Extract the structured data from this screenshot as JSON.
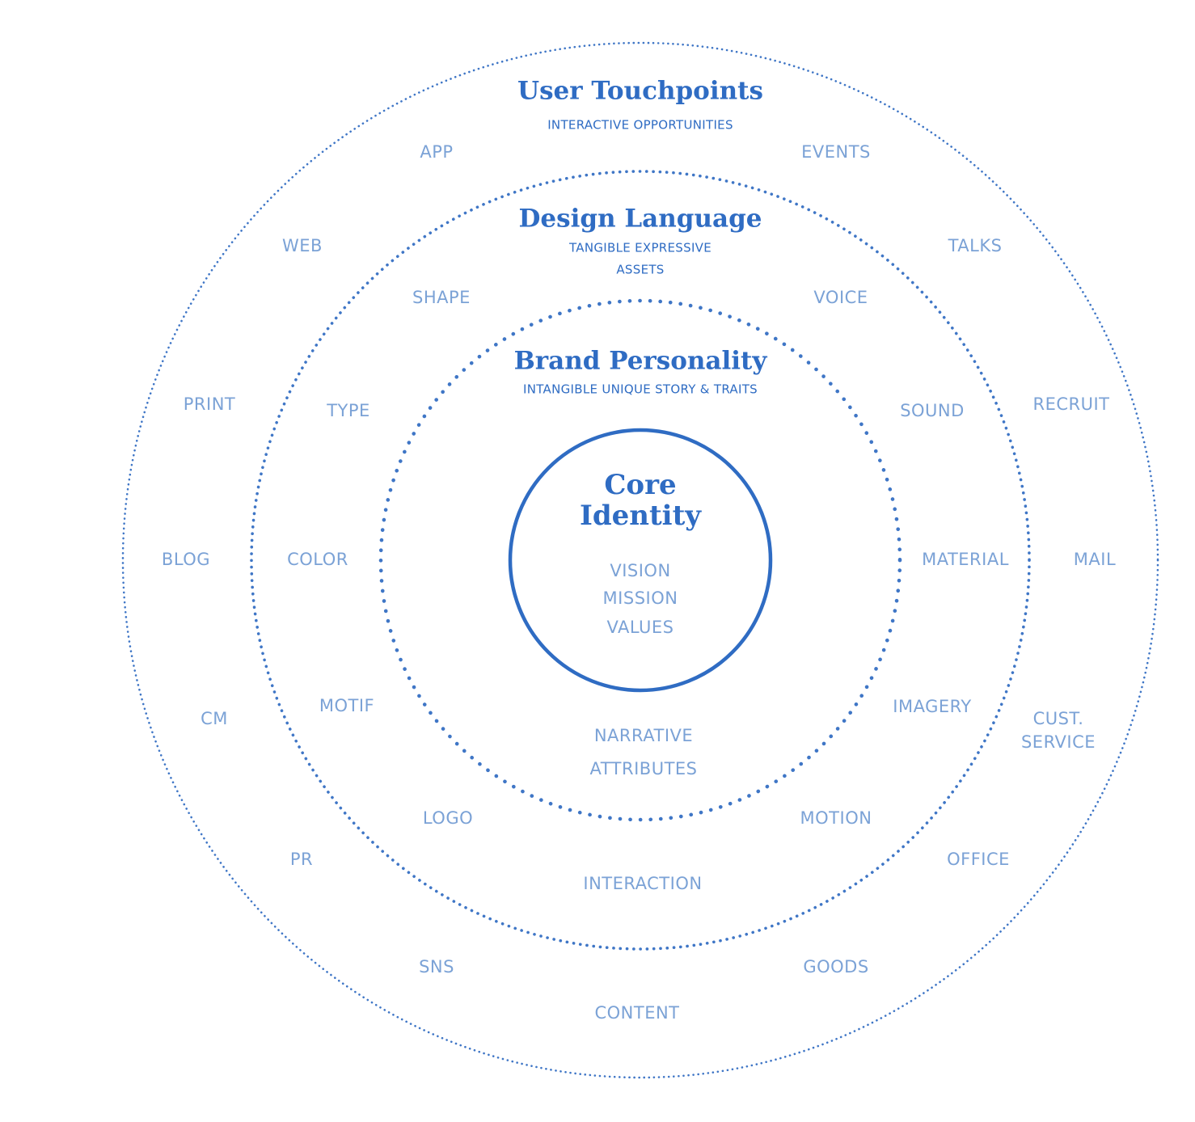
{
  "colors": {
    "primary": "#2f6cc3",
    "label": "#7ba2d6",
    "ring_dotted": "#3f76c6",
    "background": "#ffffff"
  },
  "core": {
    "title_line1": "Core",
    "title_line2": "Identity",
    "items": [
      "VISION",
      "MISSION",
      "VALUES"
    ]
  },
  "brand_personality": {
    "title": "Brand Personality",
    "subtitle": "INTANGIBLE UNIQUE STORY & TRAITS",
    "items": [
      "NARRATIVE",
      "ATTRIBUTES"
    ]
  },
  "design_language": {
    "title": "Design Language",
    "subtitle_line1": "TANGIBLE EXPRESSIVE",
    "subtitle_line2": "ASSETS",
    "items": [
      "SHAPE",
      "VOICE",
      "TYPE",
      "SOUND",
      "COLOR",
      "MATERIAL",
      "MOTIF",
      "IMAGERY",
      "LOGO",
      "MOTION",
      "INTERACTION"
    ]
  },
  "user_touchpoints": {
    "title": "User Touchpoints",
    "subtitle": "INTERACTIVE OPPORTUNITIES",
    "items": [
      "APP",
      "EVENTS",
      "WEB",
      "TALKS",
      "PRINT",
      "RECRUIT",
      "BLOG",
      "MAIL",
      "CM",
      "CUST.",
      "SERVICE",
      "PR",
      "OFFICE",
      "SNS",
      "GOODS",
      "CONTENT"
    ]
  }
}
